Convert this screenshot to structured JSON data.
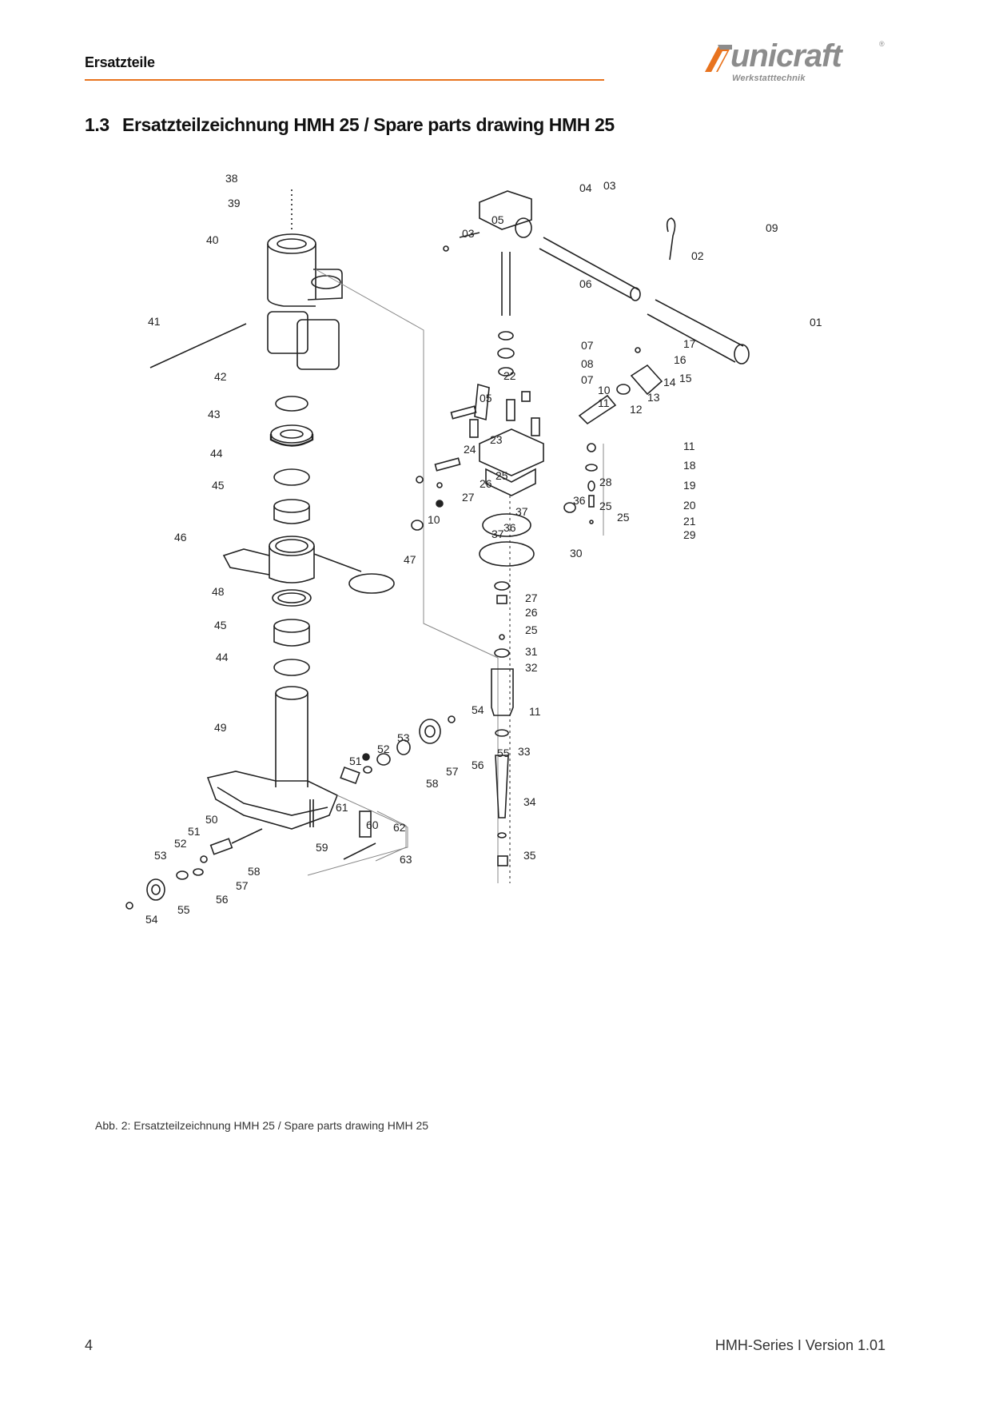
{
  "header": {
    "section": "Ersatzteile",
    "logo_word": "unicraft",
    "logo_registered": "®",
    "logo_tagline": "Werkstatttechnik",
    "rule_color": "#e8731e"
  },
  "title": {
    "number": "1.3",
    "text": "Ersatzteilzeichnung HMH 25 / Spare parts drawing HMH 25"
  },
  "drawing": {
    "labels": [
      "38",
      "39",
      "40",
      "41",
      "42",
      "43",
      "44",
      "45",
      "46",
      "47",
      "48",
      "45",
      "44",
      "49",
      "50",
      "51",
      "52",
      "53",
      "54",
      "55",
      "56",
      "57",
      "58",
      "59",
      "60",
      "61",
      "62",
      "63",
      "51",
      "52",
      "53",
      "54",
      "55",
      "56",
      "57",
      "58",
      "04",
      "03",
      "05",
      "03",
      "06",
      "09",
      "02",
      "01",
      "07",
      "08",
      "07",
      "22",
      "05",
      "10",
      "11",
      "12",
      "13",
      "14",
      "15",
      "16",
      "17",
      "23",
      "24",
      "25",
      "26",
      "27",
      "28",
      "36",
      "25",
      "37",
      "25",
      "36",
      "37",
      "10",
      "11",
      "18",
      "19",
      "20",
      "21",
      "29",
      "30",
      "27",
      "26",
      "25",
      "31",
      "32",
      "11",
      "33",
      "34",
      "35"
    ]
  },
  "caption": "Abb. 2: Ersatzteilzeichnung HMH 25 / Spare parts drawing HMH 25",
  "footer": {
    "page": "4",
    "version": "HMH-Series I Version 1.01"
  },
  "colors": {
    "accent": "#e8731e",
    "logo_gray": "#8c8c8c",
    "line": "#222222"
  }
}
